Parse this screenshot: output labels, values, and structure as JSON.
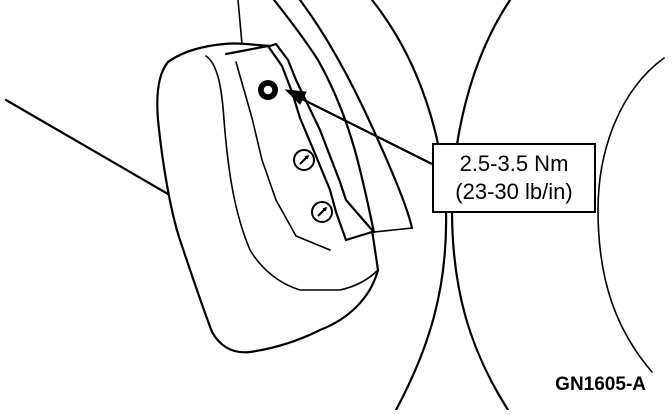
{
  "callout": {
    "torque_nm": "2.5-3.5 Nm",
    "torque_lbin": "(23-30 lb/in)"
  },
  "figure_id": "GN1605-A",
  "colors": {
    "ink": "#000000",
    "paper": "#ffffff"
  },
  "parts": {
    "mud_flap": "mud-flap",
    "wheel_arch": "wheel-arch",
    "tire": "tire",
    "bolt": "torque-bolt",
    "screws": [
      "screw-middle",
      "screw-lower"
    ]
  }
}
